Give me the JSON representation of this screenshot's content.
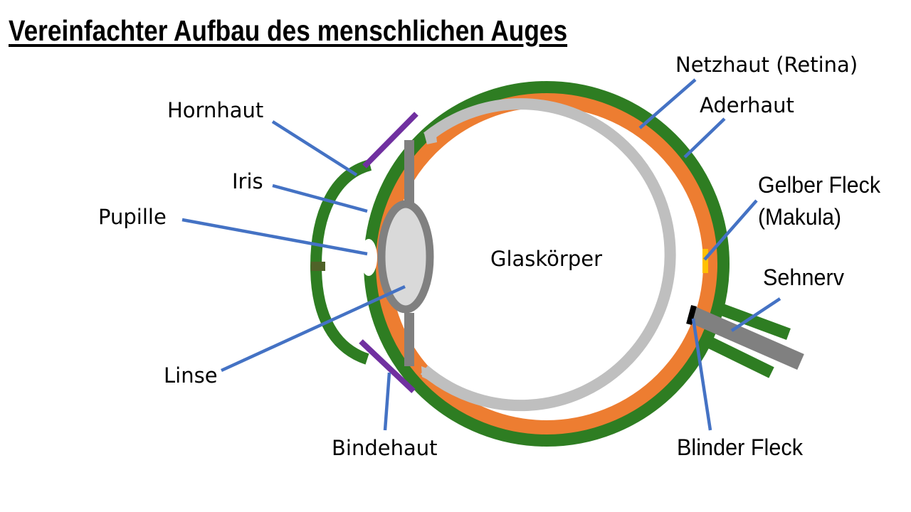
{
  "title": "Vereinfachter Aufbau des menschlichen Auges",
  "labels": {
    "hornhaut": "Hornhaut",
    "iris": "Iris",
    "pupille": "Pupille",
    "linse": "Linse",
    "bindehaut": "Bindehaut",
    "glaskoerper": "Glaskörper",
    "netzhaut": "Netzhaut (Retina)",
    "aderhaut": "Aderhaut",
    "gelber_fleck_1": "Gelber Fleck",
    "gelber_fleck_2": "(Makula)",
    "sehnerv": "Sehnerv",
    "blinder_fleck": "Blinder Fleck"
  },
  "colors": {
    "lederhaut": "#2e7d22",
    "aderhaut": "#ed7d31",
    "netzhaut": "#bfbfbf",
    "hornhaut": "#7030a0",
    "makula": "#ffc000",
    "linse_rand": "#808080",
    "linse_kern": "#d9d9d9",
    "leader": "#4472c4"
  }
}
